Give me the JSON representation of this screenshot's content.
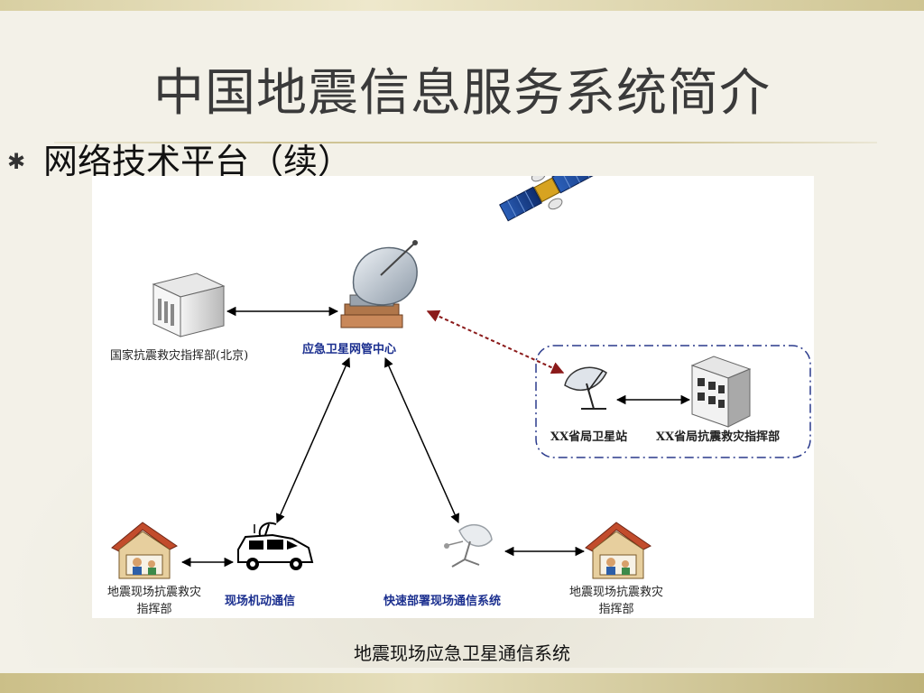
{
  "slide": {
    "title": "中国地震信息服务系统简介",
    "bullet": "网络技术平台（续）",
    "caption": "地震现场应急卫星通信系统"
  },
  "diagram": {
    "nodes": {
      "national_hq": "国家抗震救灾指挥部(北京)",
      "satellite_center": "应急卫星网管中心",
      "province_station": "XX省局卫星站",
      "province_hq": "XX省局抗震救灾指挥部",
      "field_hq_left_line1": "地震现场抗震救灾",
      "field_hq_left_line2": "指挥部",
      "mobile_comm": "现场机动通信",
      "rapid_comm": "快速部署现场通信系统",
      "field_hq_right_line1": "地震现场抗震救灾",
      "field_hq_right_line2": "指挥部"
    },
    "icons": [
      "satellite-icon",
      "building-icon",
      "dish-antenna-icon",
      "province-dish-icon",
      "office-building-icon",
      "house-icon",
      "vehicle-icon",
      "portable-antenna-icon"
    ],
    "colors": {
      "center_label": "#1b2f8f",
      "province_box_border": "#2a3a8c",
      "satellite_link": "#8b1a1a",
      "arrows": "#000000"
    }
  }
}
